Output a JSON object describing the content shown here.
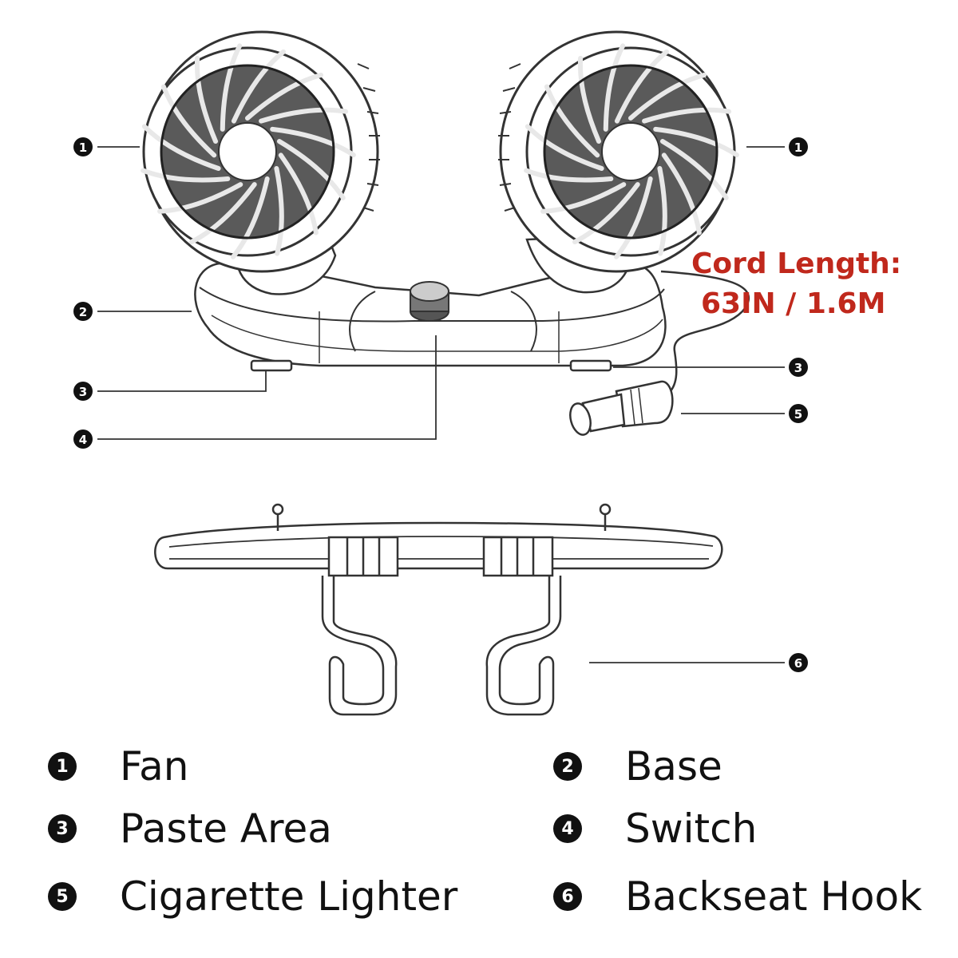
{
  "callouts": {
    "fan_left": "1",
    "fan_right": "1",
    "base": "2",
    "paste_left": "3",
    "paste_right": "3",
    "switch": "4",
    "lighter": "5",
    "hook": "6"
  },
  "cord_note": {
    "line1": "Cord Length:",
    "line2": "63IN / 1.6M",
    "color": "#c0281c"
  },
  "legend": {
    "items": [
      {
        "number": "1",
        "label": "Fan"
      },
      {
        "number": "2",
        "label": "Base"
      },
      {
        "number": "3",
        "label": "Paste Area"
      },
      {
        "number": "4",
        "label": "Switch"
      },
      {
        "number": "5",
        "label": "Cigarette Lighter"
      },
      {
        "number": "6",
        "label": "Backseat Hook"
      }
    ]
  }
}
